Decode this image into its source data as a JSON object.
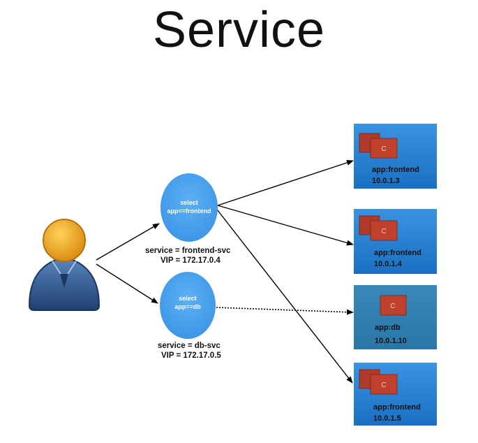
{
  "title": "Service",
  "colors": {
    "service_blue": "#4aa0ee",
    "pod_blue": "#1f7fd3",
    "pod_blue_alt": "#2f82b4",
    "container_red": "#c0402e",
    "user_head": "#f0a91a",
    "user_body": "#2f5a93"
  },
  "user": {
    "icon": "user-icon"
  },
  "services": [
    {
      "select_label": "select",
      "selector": "app==frontend",
      "name": "service = frontend-svc",
      "vip": "VIP = 172.17.0.4"
    },
    {
      "select_label": "select",
      "selector": "app==db",
      "name": "service = db-svc",
      "vip": "VIP = 172.17.0.5"
    }
  ],
  "pods": [
    {
      "container": "C",
      "label": "app:frontend",
      "ip": "10.0.1.3"
    },
    {
      "container": "C",
      "label": "app:frontend",
      "ip": "10.0.1.4"
    },
    {
      "container": "C",
      "label": "app:db",
      "ip": "10.0.1.10"
    },
    {
      "container": "C",
      "label": "app:frontend",
      "ip": "10.0.1.5"
    }
  ]
}
